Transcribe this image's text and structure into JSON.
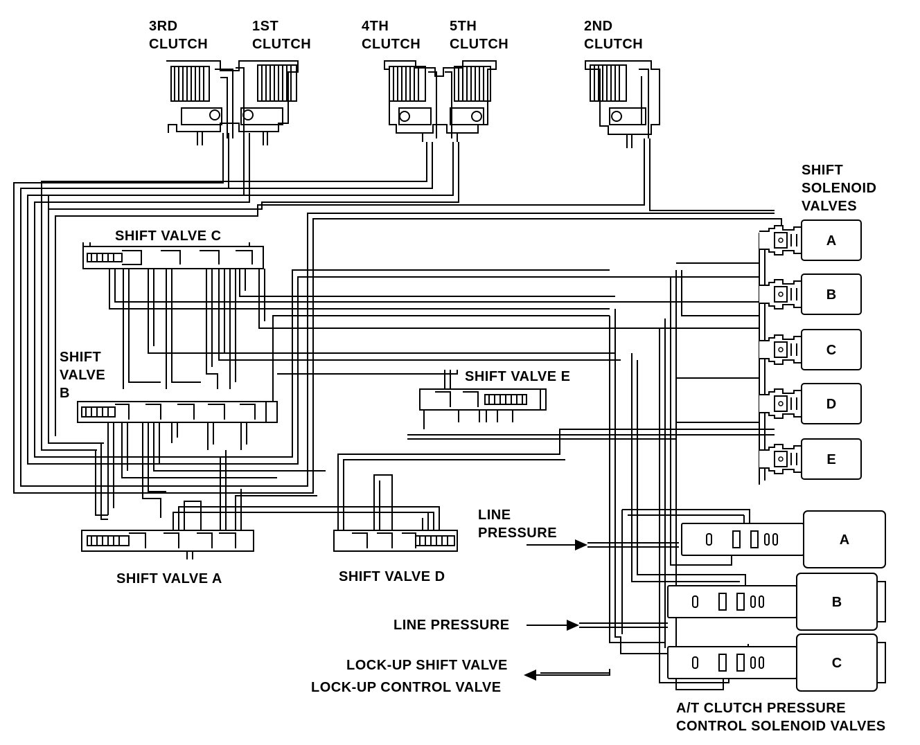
{
  "clutches": {
    "third": "3RD\nCLUTCH",
    "first": "1ST\nCLUTCH",
    "fourth": "4TH\nCLUTCH",
    "fifth": "5TH\nCLUTCH",
    "second": "2ND\nCLUTCH"
  },
  "shift_valves": {
    "a": "SHIFT VALVE A",
    "b": "SHIFT\nVALVE\nB",
    "c": "SHIFT VALVE C",
    "d": "SHIFT VALVE D",
    "e": "SHIFT VALVE E"
  },
  "shift_solenoids": {
    "title": "SHIFT\nSOLENOID\nVALVES",
    "letters": [
      "A",
      "B",
      "C",
      "D",
      "E"
    ]
  },
  "clutch_pressure_solenoids": {
    "title": "A/T CLUTCH PRESSURE\nCONTROL SOLENOID VALVES",
    "letters": [
      "A",
      "B",
      "C"
    ]
  },
  "line_pressure_1": "LINE\nPRESSURE",
  "line_pressure_2": "LINE PRESSURE",
  "lockup_shift_valve": "LOCK-UP SHIFT VALVE",
  "lockup_control_valve": "LOCK-UP CONTROL VALVE"
}
